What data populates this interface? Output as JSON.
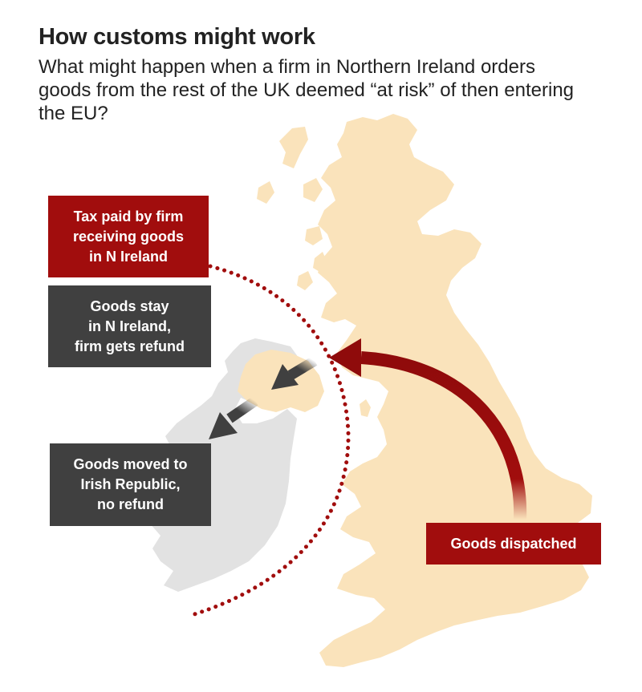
{
  "header": {
    "title": "How customs might work",
    "subtitle": "What might happen when a firm in Northern Ireland orders goods from the rest of the UK deemed “at risk” of then entering the EU?"
  },
  "labels": {
    "tax_paid": "Tax paid by firm\nreceiving goods\nin N Ireland",
    "goods_stay": "Goods stay\nin N Ireland,\nfirm gets refund",
    "goods_moved": "Goods moved to\nIrish Republic,\nno refund",
    "goods_dispatched": "Goods dispatched"
  },
  "colors": {
    "uk_land": "#fae3bb",
    "ireland_land": "#e2e2e2",
    "accent_red": "#a10d0d",
    "dark_box": "#404040"
  }
}
